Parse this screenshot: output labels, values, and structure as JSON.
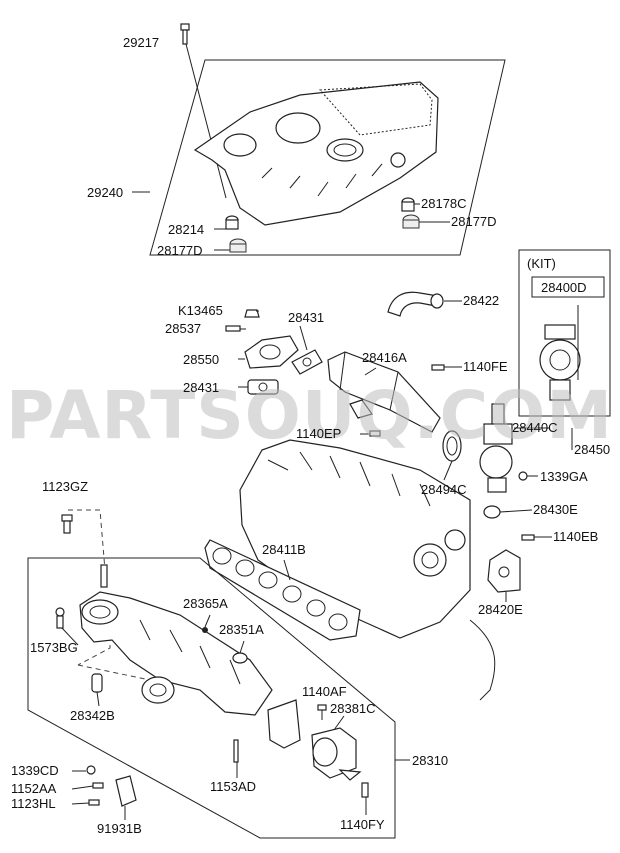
{
  "watermark": "PARTSOUQ.COM",
  "kit_label": "(KIT)",
  "kit_part": "28400D",
  "parts": {
    "p29217": "29217",
    "p29240": "29240",
    "p28214": "28214",
    "p28177D_left": "28177D",
    "p28178C": "28178C",
    "p28177D_right": "28177D",
    "pK13465": "K13465",
    "p28537": "28537",
    "p28431_top": "28431",
    "p28422": "28422",
    "p28550": "28550",
    "p28416A": "28416A",
    "p1140FE": "1140FE",
    "p28431_mid": "28431",
    "p1140EP": "1140EP",
    "p28440C": "28440C",
    "p28450": "28450",
    "p28494C": "28494C",
    "p1339GA": "1339GA",
    "p28430E": "28430E",
    "p1123GZ": "1123GZ",
    "p1140EB": "1140EB",
    "p28411B": "28411B",
    "p28420E": "28420E",
    "p28365A": "28365A",
    "p28351A": "28351A",
    "p1573BG": "1573BG",
    "p28342B": "28342B",
    "p1140AF": "1140AF",
    "p28381C": "28381C",
    "p28310": "28310",
    "p1339CD": "1339CD",
    "p1152AA": "1152AA",
    "p1123HL": "1123HL",
    "p1153AD": "1153AD",
    "p91931B": "91931B",
    "p1140FY": "1140FY"
  }
}
